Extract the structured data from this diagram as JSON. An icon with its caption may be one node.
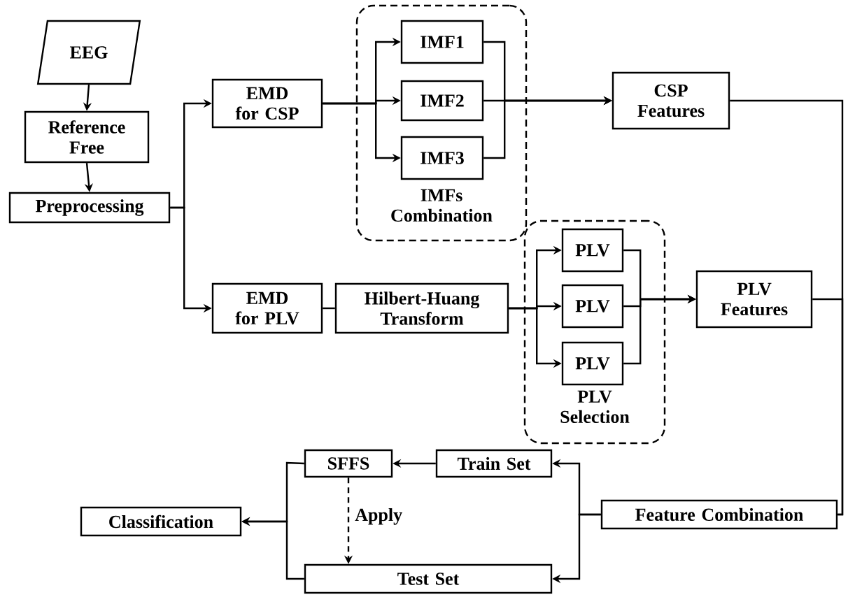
{
  "diagram": {
    "nodes": [
      {
        "text": [
          "EEG"
        ]
      },
      {
        "text": [
          "Reference Free"
        ]
      },
      {
        "text": [
          "Preprocessing"
        ]
      },
      {
        "text": [
          "EMD for CSP"
        ]
      },
      {
        "text": [
          "IMFs Combination"
        ]
      },
      {
        "text": [
          "IMF1"
        ],
        "in": 4
      },
      {
        "text": [
          "IMF2"
        ],
        "in": 4
      },
      {
        "text": [
          "IMF3"
        ],
        "in": 4
      },
      {
        "text": [
          "CSP Features"
        ]
      },
      {
        "text": [
          "EMD for PLV"
        ]
      },
      {
        "text": [
          "Hilbert-Huang Transform"
        ]
      },
      {
        "text": [
          "PLV Selection"
        ]
      },
      {
        "text": [
          "PLV"
        ],
        "in": 11
      },
      {
        "text": [
          "PLV"
        ],
        "in": 11
      },
      {
        "text": [
          "PLV"
        ],
        "in": 11
      },
      {
        "text": [
          "PLV Features"
        ]
      },
      {
        "text": [
          "SFFS"
        ]
      },
      {
        "text": [
          "Train Set"
        ]
      },
      {
        "text": [
          "Classification"
        ]
      },
      {
        "text": [
          "Feature Combination"
        ]
      },
      {
        "text": [
          "Test Set"
        ]
      }
    ],
    "edges": [
      {
        "from": 0,
        "to": 1,
        "arrow": "to"
      },
      {
        "from": 1,
        "to": 2,
        "arrow": "to"
      },
      {
        "from": 2,
        "to": 3,
        "arrow": "to"
      },
      {
        "from": 2,
        "to": 9,
        "arrow": "to"
      },
      {
        "from": 3,
        "to": 5,
        "arrow": "to"
      },
      {
        "from": 3,
        "to": 6,
        "arrow": "to"
      },
      {
        "from": 3,
        "to": 7,
        "arrow": "to"
      },
      {
        "from": 5,
        "to": 8,
        "arrow": "to"
      },
      {
        "from": 6,
        "to": 8,
        "arrow": "to"
      },
      {
        "from": 7,
        "to": 8,
        "arrow": "to"
      },
      {
        "from": 9,
        "to": 10,
        "arrow": "none"
      },
      {
        "from": 10,
        "to": 12,
        "arrow": "to"
      },
      {
        "from": 10,
        "to": 13,
        "arrow": "to"
      },
      {
        "from": 10,
        "to": 14,
        "arrow": "to"
      },
      {
        "from": 12,
        "to": 15,
        "arrow": "to"
      },
      {
        "from": 13,
        "to": 15,
        "arrow": "to"
      },
      {
        "from": 14,
        "to": 15,
        "arrow": "to"
      },
      {
        "from": 8,
        "to": 19,
        "arrow": "none"
      },
      {
        "from": 15,
        "to": 19,
        "arrow": "none"
      },
      {
        "from": 19,
        "to": 17,
        "arrow": "to"
      },
      {
        "from": 19,
        "to": 20,
        "arrow": "to"
      },
      {
        "from": 17,
        "to": 16,
        "arrow": "to"
      },
      {
        "from": 16,
        "to": 20,
        "arrow": "to",
        "label": "Apply",
        "style": "dashed"
      },
      {
        "from": 16,
        "to": 18,
        "arrow": "to"
      },
      {
        "from": 20,
        "to": 18,
        "arrow": "to"
      }
    ]
  }
}
